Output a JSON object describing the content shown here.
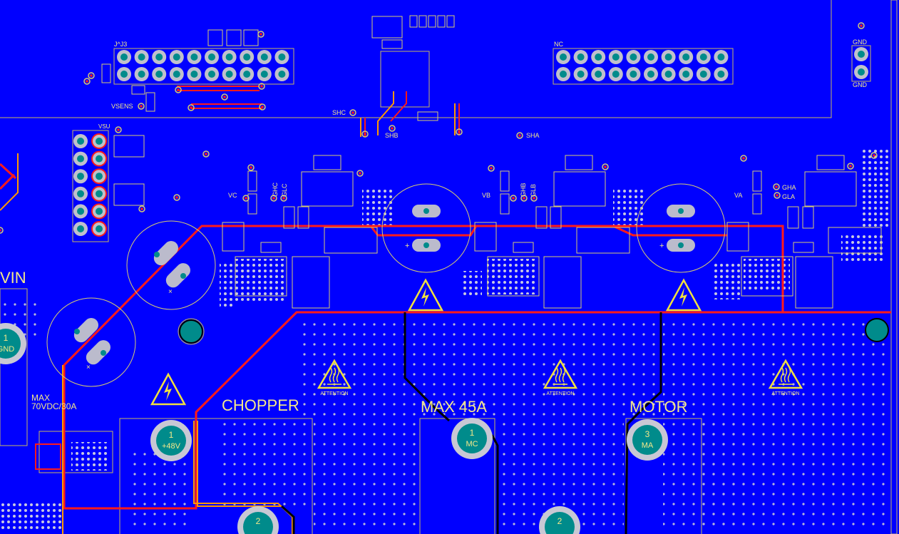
{
  "board": {
    "background": "#0000ff",
    "copper_top": "#ff0000",
    "copper_trace_orange": "#ff9900",
    "silkscreen": "#f5e98a",
    "pad_teal": "#008b8b"
  },
  "labels": {
    "j_connector": "J^J3",
    "nc": "NC",
    "gnd_top": "GND",
    "gnd_bottom": "GND",
    "vsens": "VSENS",
    "vsu": "VSU",
    "shc": "SHC",
    "shb": "SHB",
    "sha": "SHA",
    "vc": "VC",
    "ghc": "GHC",
    "glc": "GLC",
    "vb": "VB",
    "ghb": "GHB",
    "glb": "GLB",
    "va": "VA",
    "gha": "GHA",
    "gla": "GLA",
    "vin": "VIN",
    "max_rating_1": "MAX",
    "max_rating_2": "70VDC/30A",
    "chopper": "CHOPPER",
    "max45a": "MAX 45A",
    "motor": "MOTOR",
    "attention": "ATTENTION"
  },
  "power_pads": [
    {
      "num": "1",
      "name": "GND"
    },
    {
      "num": "1",
      "name": "+48V"
    },
    {
      "num": "1",
      "name": "MC"
    },
    {
      "num": "3",
      "name": "MA"
    },
    {
      "num": "2",
      "name": ""
    },
    {
      "num": "2",
      "name": ""
    }
  ],
  "icons": [
    "high-voltage-warning-icon",
    "hot-surface-warning-icon",
    "mounting-hole-icon",
    "via-icon",
    "through-hole-pad-icon"
  ]
}
